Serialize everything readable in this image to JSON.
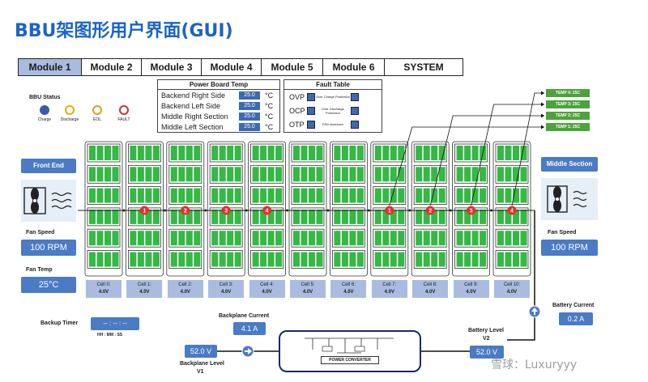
{
  "title": "BBU架图形用户界面(GUI)",
  "tabs": [
    "Module 1",
    "Module 2",
    "Module 3",
    "Module 4",
    "Module 5",
    "Module 6",
    "SYSTEM"
  ],
  "active_tab": "Module 1",
  "bbu_status": {
    "title": "BBU Status",
    "items": [
      {
        "label": "Charge",
        "color": "#3d5aa8",
        "filled": true
      },
      {
        "label": "Discharge",
        "color": "#e0b000",
        "filled": false
      },
      {
        "label": "EOL",
        "color": "#d8a020",
        "filled": false
      },
      {
        "label": "FAULT",
        "color": "#d03030",
        "filled": false
      }
    ]
  },
  "power_board_temp": {
    "title": "Power Board Temp",
    "unit": "°C",
    "rows": [
      {
        "label": "Backend Right Side",
        "value": "25.0"
      },
      {
        "label": "Backend Left Side",
        "value": "25.0"
      },
      {
        "label": "Middle Right Section",
        "value": "25.0"
      },
      {
        "label": "Middle Left Section",
        "value": "25.0"
      }
    ]
  },
  "fault_table": {
    "title": "Fault Table",
    "rows": [
      {
        "code": "OVP",
        "desc": "Over Charge Protection"
      },
      {
        "code": "OCP",
        "desc": "Over Discharge Protection"
      },
      {
        "code": "OTP",
        "desc": "FAN shutdown"
      }
    ]
  },
  "temps": [
    "TEMP 4: 25C",
    "TEMP 3: 25C",
    "TEMP 2: 25C",
    "TEMP 1: 25C"
  ],
  "front_end": {
    "title": "Front End",
    "fan_speed_label": "Fan Speed",
    "fan_speed": "100 RPM",
    "fan_temp_label": "Fan Temp",
    "fan_temp": "25°C"
  },
  "middle_section": {
    "title": "Middle Section",
    "fan_speed_label": "Fan Speed",
    "fan_speed": "100 RPM"
  },
  "cells": [
    {
      "name": "Cell 0:",
      "voltage": "4.0V"
    },
    {
      "name": "Cell 1:",
      "voltage": "4.0V"
    },
    {
      "name": "Cell 2:",
      "voltage": "4.0V"
    },
    {
      "name": "Cell 3:",
      "voltage": "4.0V"
    },
    {
      "name": "Cell 4:",
      "voltage": "4.0V"
    },
    {
      "name": "Cell 5:",
      "voltage": "4.0V"
    },
    {
      "name": "Cell 6:",
      "voltage": "4.0V"
    },
    {
      "name": "Cell 7:",
      "voltage": "4.0V"
    },
    {
      "name": "Cell 8:",
      "voltage": "4.0V"
    },
    {
      "name": "Cell 9:",
      "voltage": "4.0V"
    },
    {
      "name": "Cell 10:",
      "voltage": "4.0V"
    }
  ],
  "sensor_markers": [
    {
      "cell": 1,
      "label": "1"
    },
    {
      "cell": 2,
      "label": "2"
    },
    {
      "cell": 3,
      "label": "3"
    },
    {
      "cell": 4,
      "label": "4"
    },
    {
      "cell": 7,
      "label": "1"
    },
    {
      "cell": 8,
      "label": "2"
    },
    {
      "cell": 9,
      "label": "3"
    },
    {
      "cell": 10,
      "label": "4"
    }
  ],
  "backup_timer": {
    "label": "Backup Timer",
    "value": "-- : -- : --",
    "format": "HH : MM : SS"
  },
  "backplane_current": {
    "label": "Backplane Current",
    "value": "4.1 A"
  },
  "backplane_level": {
    "label": "Backplane Level",
    "sub": "V1",
    "value": "52.0 V"
  },
  "battery_level": {
    "label": "Battery Level",
    "sub": "V2",
    "value": "52.0 V"
  },
  "battery_current": {
    "label": "Battery Current",
    "value": "0.2 A"
  },
  "power_converter": {
    "label": "POWER CONVERTER"
  },
  "watermark": "雪球：Luxuryyy",
  "colors": {
    "accent": "#1b64c6",
    "cell_green": "#35b845",
    "panel_blue": "#4a7bc4",
    "tag_green": "#4da33b"
  }
}
